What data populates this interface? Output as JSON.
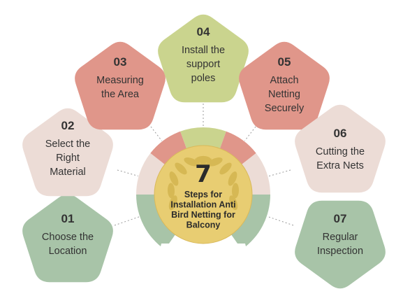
{
  "center": {
    "number": "7",
    "title_lines": [
      "Steps for",
      "Installation Anti",
      "Bird Netting for",
      "Balcony"
    ]
  },
  "colors": {
    "green": "#a8c4a8",
    "beige": "#ecdcd6",
    "red": "#e0968a",
    "olive": "#cad48e",
    "gold": "#e8cd72",
    "dashes": "#9a9a9a"
  },
  "steps": [
    {
      "number": "01",
      "lines": [
        "Choose the",
        "Location"
      ],
      "color": "green"
    },
    {
      "number": "02",
      "lines": [
        "Select the",
        "Right",
        "Material"
      ],
      "color": "beige"
    },
    {
      "number": "03",
      "lines": [
        "Measuring",
        "the Area"
      ],
      "color": "red"
    },
    {
      "number": "04",
      "lines": [
        "Install the",
        "support",
        "poles"
      ],
      "color": "olive"
    },
    {
      "number": "05",
      "lines": [
        "Attach",
        "Netting",
        "Securely"
      ],
      "color": "red"
    },
    {
      "number": "06",
      "lines": [
        "Cutting the",
        "Extra Nets"
      ],
      "color": "beige"
    },
    {
      "number": "07",
      "lines": [
        "Regular",
        "Inspection"
      ],
      "color": "green"
    }
  ]
}
